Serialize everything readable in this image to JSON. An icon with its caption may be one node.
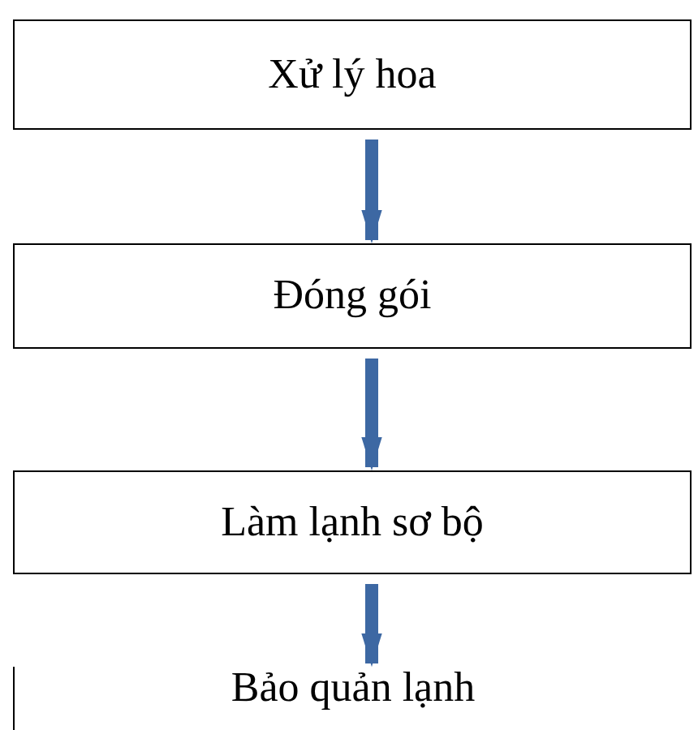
{
  "diagram": {
    "nodes": [
      {
        "text": [
          "Xử lý hoa"
        ]
      },
      {
        "text": [
          "Đóng gói"
        ]
      },
      {
        "text": [
          "Làm lạnh sơ bộ"
        ]
      },
      {
        "text": [
          "Bảo quản lạnh"
        ]
      }
    ],
    "edges": [
      {
        "from": 0,
        "to": 1,
        "arrow": "to"
      },
      {
        "from": 1,
        "to": 2,
        "arrow": "to"
      },
      {
        "from": 2,
        "to": 3,
        "arrow": "to"
      }
    ]
  }
}
